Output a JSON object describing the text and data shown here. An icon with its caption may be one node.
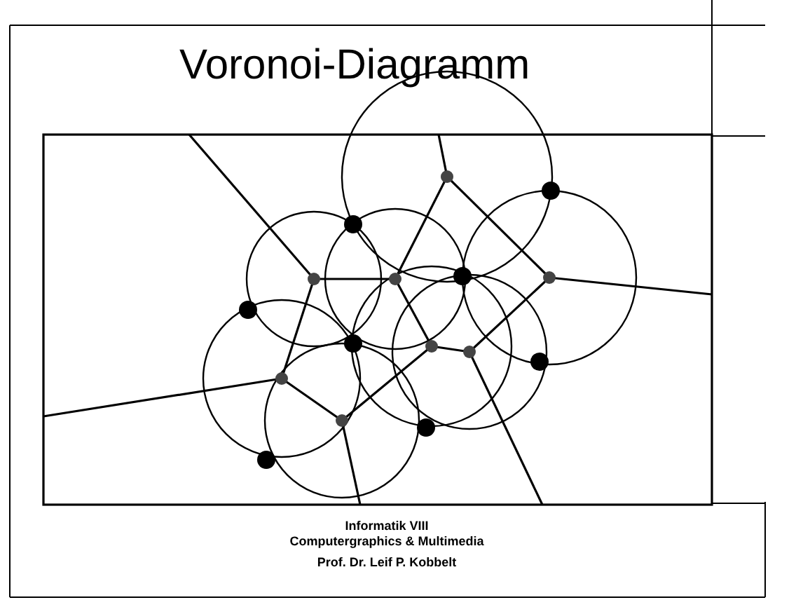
{
  "diagram": {
    "title": "Voronoi-Diagramm",
    "labels": [
      "Informatik VIII",
      "Computergraphics & Multimedia",
      "Prof. Dr. Leif P. Kobbelt"
    ]
  }
}
